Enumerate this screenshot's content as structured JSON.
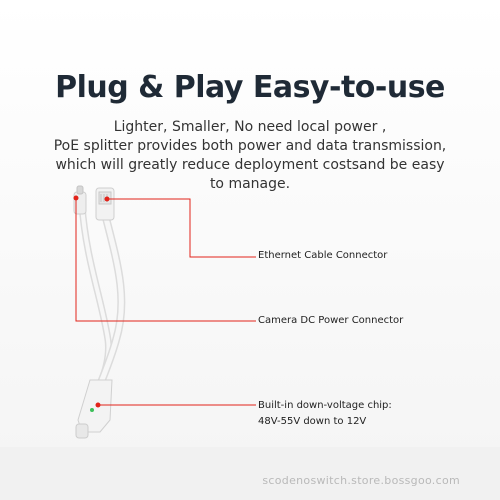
{
  "title": "Plug & Play Easy-to-use",
  "description": [
    "Lighter, Smaller, No need local power ,",
    "PoE splitter provides both power and data transmission,",
    "which will greatly reduce deployment costsand be easy",
    "to manage."
  ],
  "callouts": {
    "ethernet": "Ethernet Cable Connector",
    "dc_power": "Camera DC Power Connector",
    "chip_line1": "Built-in down-voltage chip:",
    "chip_line2": "48V-55V down to 12V"
  },
  "accent_color": "#e2231a",
  "watermark": "scodenoswitch.store.bossgoo.com"
}
